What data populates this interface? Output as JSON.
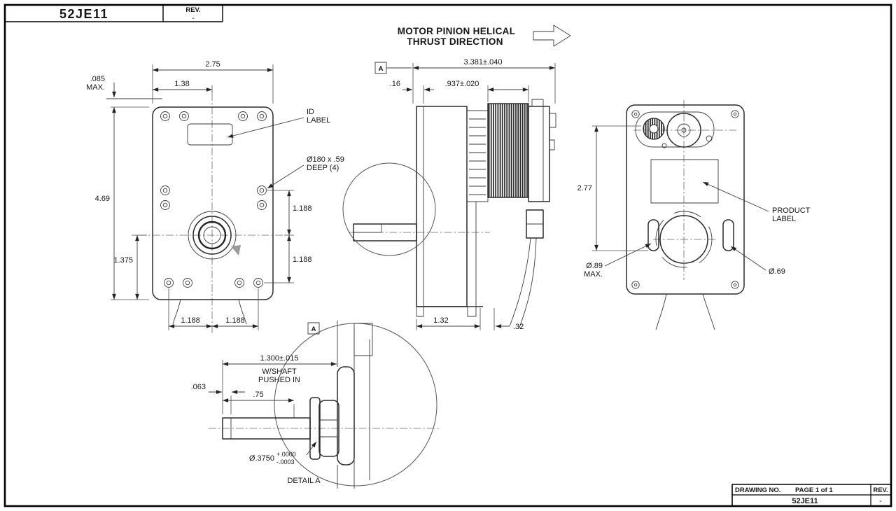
{
  "header": {
    "part_number": "52JE11",
    "rev_label": "REV.",
    "rev_value": "-"
  },
  "heading": {
    "line1": "MOTOR PINION HELICAL",
    "line2": "THRUST DIRECTION"
  },
  "front_view": {
    "dim_overall_width": "2.75",
    "dim_half_width": "1.38",
    "dim_top_gap": ".085",
    "dim_top_gap_qual": "MAX.",
    "dim_overall_height": "4.69",
    "dim_shaft_height": "1.375",
    "dim_right_upper": "1.188",
    "dim_right_lower": "1.188",
    "dim_bottom_left": "1.188",
    "dim_bottom_right": "1.188",
    "id_label_line1": "ID",
    "id_label_line2": "LABEL",
    "hole_note_line1": "Ø180 x .59",
    "hole_note_line2": "DEEP (4)"
  },
  "side_view": {
    "datum_label": "A",
    "dim_overall_length": "3.381±.040",
    "dim_face": ".16",
    "dim_stack": ".937±.020",
    "dim_base": "1.32",
    "dim_rear": ".32"
  },
  "rear_view": {
    "dim_height": "2.77",
    "product_label_line1": "PRODUCT",
    "product_label_line2": "LABEL",
    "dim_boss_line1": "Ø.89",
    "dim_boss_line2": "MAX.",
    "dim_hole": "Ø.69"
  },
  "detail_a": {
    "datum_label": "A",
    "dim_shaft_len": "1.300±.015",
    "dim_shaft_len_note1": "W/SHAFT",
    "dim_shaft_len_note2": "PUSHED IN",
    "dim_chamfer": ".063",
    "dim_exposed": ".75",
    "dim_diameter": "Ø.3750",
    "dim_diameter_tol_plus": "+.0000",
    "dim_diameter_tol_minus": "-.0003",
    "caption": "DETAIL A"
  },
  "footer": {
    "drawing_no_label": "DRAWING NO.",
    "page_label": "PAGE 1 of 1",
    "rev_label": "REV.",
    "drawing_no_value": "52JE11",
    "rev_value": "-"
  }
}
